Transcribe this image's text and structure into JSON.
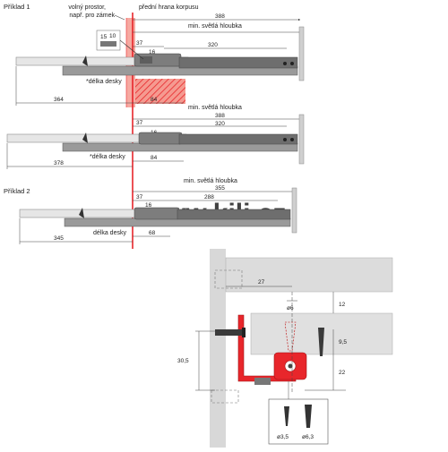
{
  "colors": {
    "accent_red": "#e8262b",
    "red_zone": "#f59a90",
    "board_light": "#e6e6e6",
    "board_stroke": "#8c8c8c",
    "rail_dark": "#6e6e6e",
    "rail_mid": "#9a9a9a",
    "dim_line": "#444444",
    "watermark": "#d9d9d9",
    "detail_bg": "#dcdcdc"
  },
  "labels": {
    "example1": "Příklad 1",
    "example2": "Příklad 2",
    "free_space_1": "volný prostor,",
    "free_space_2": "např. pro zámek",
    "front_edge": "přední hrana korpusu",
    "min_depth": "min. světlá hloubka",
    "board_length_star": "*délka desky",
    "board_length": "délka desky",
    "watermark": "www.kili.cz"
  },
  "dims": {
    "d388": "388",
    "d37": "37",
    "d320": "320",
    "d16": "16",
    "d10": "10",
    "d15": "15",
    "d364": "364",
    "d84": "84",
    "d378": "378",
    "d355": "355",
    "d288": "288",
    "d345": "345",
    "d68": "68",
    "d27": "27",
    "d6": "ø6",
    "d12": "12",
    "d9_5": "9,5",
    "d30_5": "30,5",
    "d22": "22",
    "screw_a": "ø3,5",
    "screw_b": "ø6,3"
  },
  "icons": [
    "screw-icon",
    "drawer-rail-icon",
    "hatch-zone-icon"
  ]
}
